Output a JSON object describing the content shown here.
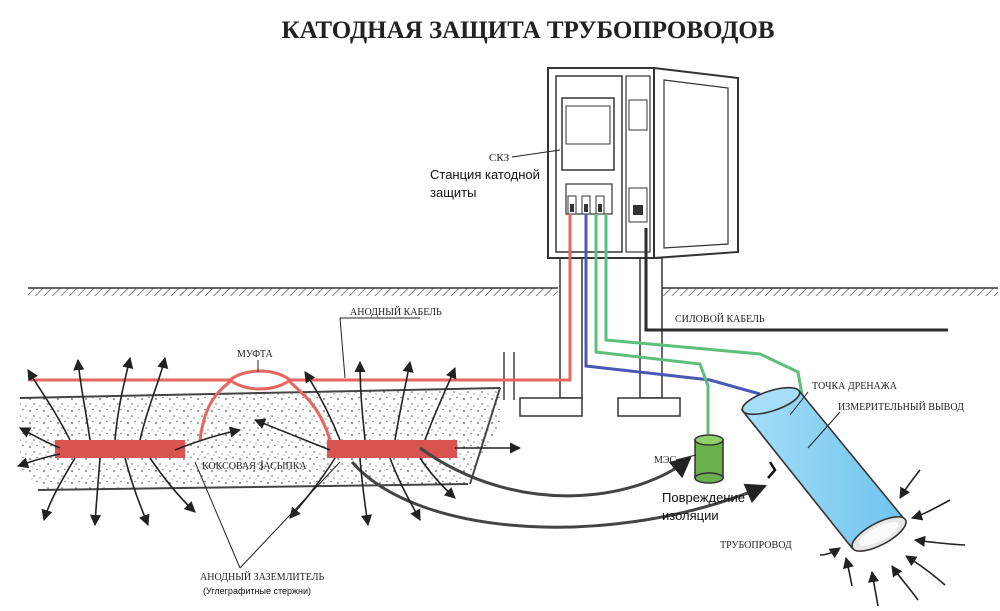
{
  "title": "КАТОДНАЯ ЗАЩИТА ТРУБОПРОВОДОВ",
  "labels": {
    "skz": "СКЗ",
    "station_line1": "Станция катодной",
    "station_line2": "защиты",
    "anode_cable": "АНОДНЫЙ КАБЕЛЬ",
    "coupling": "МУФТА",
    "power_cable": "СИЛОВОЙ КАБЕЛЬ",
    "drain_point": "ТОЧКА ДРЕНАЖА",
    "measuring_lead": "ИЗМЕРИТЕЛЬНЫЙ ВЫВОД",
    "mes": "МЭС",
    "coke_backfill": "КОКСОВАЯ ЗАСЫПКА",
    "damage_line1": "Повреждение",
    "damage_line2": "изоляции",
    "pipeline": "ТРУБОПРОВОД",
    "anode_ground": "АНОДНЫЙ ЗАЗЕМЛИТЕЛЬ",
    "graphite_rods": "(Углеграфитные стержни)"
  },
  "colors": {
    "anode_cable": "#e8645f",
    "anode_rod": "#d9534f",
    "measuring_cable": "#5cc07a",
    "cathode_cable": "#4a57b5",
    "pipe_fill": "#8fd3f4",
    "mes_fill": "#6ab04c",
    "ground_line": "#333333"
  }
}
